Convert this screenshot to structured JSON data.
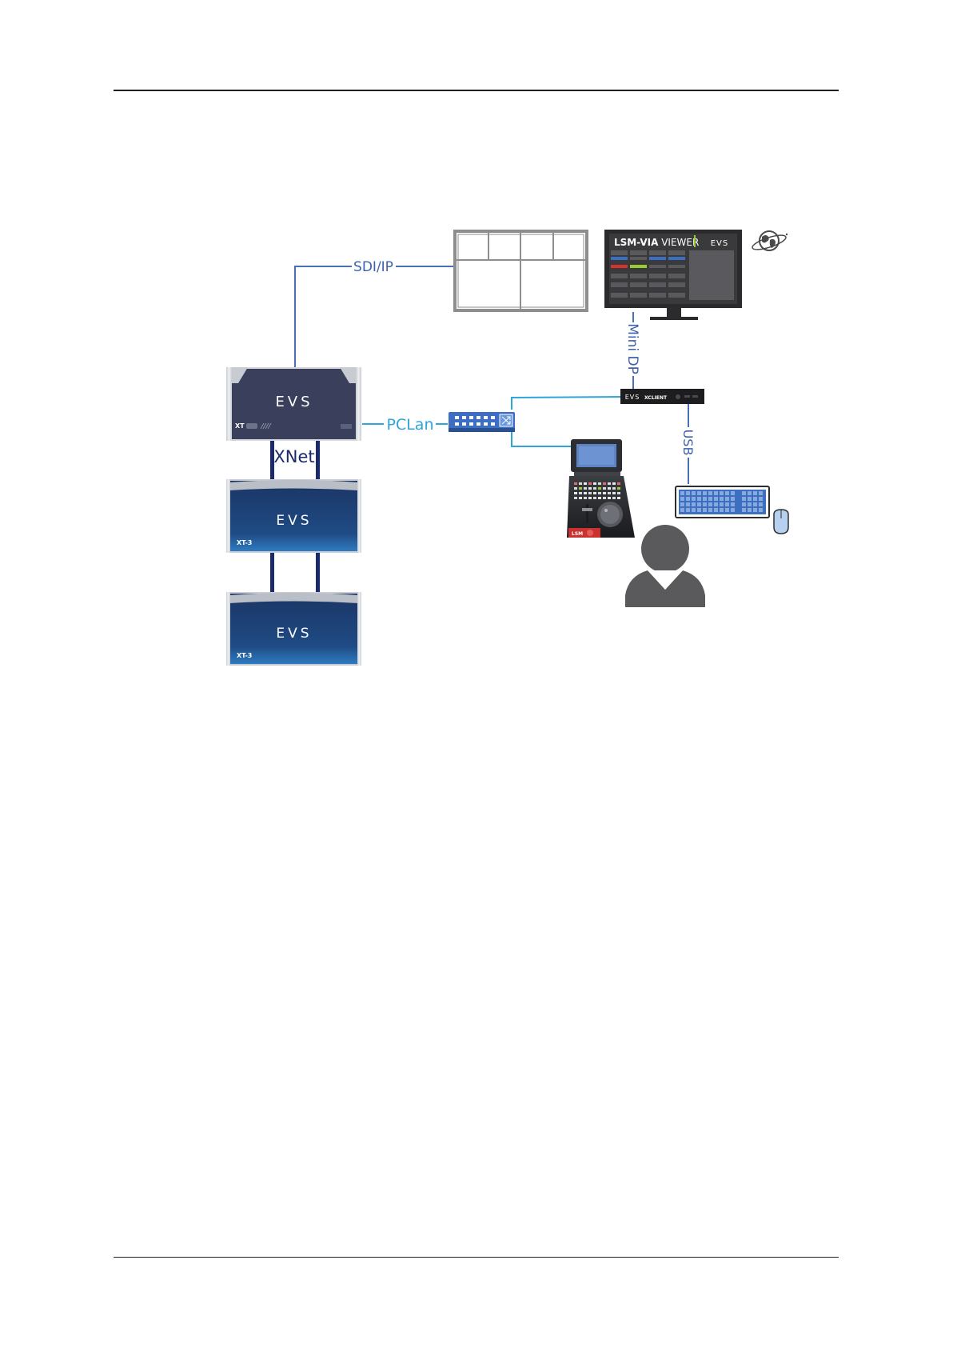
{
  "diagram": {
    "labels": {
      "sdi_ip": "SDI/IP",
      "pclan": "PCLan",
      "xnet": "XNet",
      "mini_dp": "Mini DP",
      "usb": "USB"
    },
    "viewer": {
      "title_bold": "LSM-VIA",
      "title_light": " VIEWER",
      "brand": "EVS"
    },
    "servers": {
      "main_brand": "EVS",
      "main_model": "XT",
      "lower_brand": "EVS",
      "lower_model": "XT-3"
    },
    "xclient": {
      "brand": "EVS",
      "name": "XCLIENT"
    },
    "controller": {
      "badge": "LSM"
    }
  },
  "colors": {
    "sdi_line": "#4a6fb5",
    "pclan_line": "#2ea5db",
    "xnet_line": "#1b2a6b",
    "usb_line": "#4a6fb5",
    "server_main": "#3a3f5c",
    "server_blue": "#1d4a7c"
  }
}
